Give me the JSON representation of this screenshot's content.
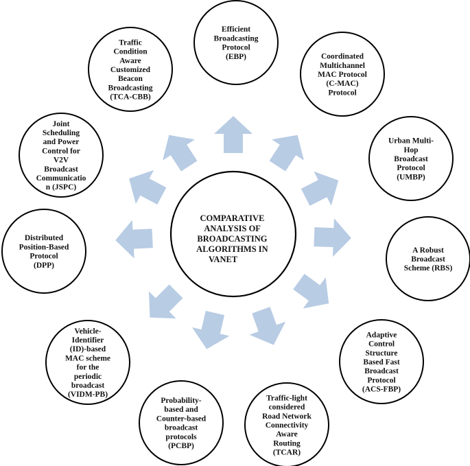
{
  "center": {
    "lines": [
      "COMPARATIVE",
      "ANALYSIS OF",
      "BROADCASTING",
      "ALGORITHMS IN",
      "VANET"
    ]
  },
  "nodes": [
    {
      "id": "ebp",
      "lines": [
        "Efficient",
        "Broadcasting",
        "Protocol",
        "(EBP)"
      ]
    },
    {
      "id": "cmac",
      "lines": [
        "Coordinated",
        "Multichannel",
        "MAC Protocol",
        "(C-MAC)",
        "Protocol"
      ]
    },
    {
      "id": "umbp",
      "lines": [
        "Urban Multi-",
        "Hop",
        "Broadcast",
        "Protocol",
        "(UMBP)"
      ]
    },
    {
      "id": "rbs",
      "lines": [
        "A Robust",
        "Broadcast",
        "Scheme (RBS)"
      ]
    },
    {
      "id": "acs-fbp",
      "lines": [
        "Adaptive",
        "Control",
        "Structure",
        "Based Fast",
        "Broadcast",
        "Protocol",
        "(ACS-FBP)"
      ]
    },
    {
      "id": "tcar",
      "lines": [
        "Traffic-light",
        "considered",
        "Road Network",
        "Connectivity",
        "Aware",
        "Routing",
        "(TCAR)"
      ]
    },
    {
      "id": "pcbp",
      "lines": [
        "Probability-",
        "based and",
        "Counter-based",
        "broadcast",
        "protocols",
        "(PCBP)"
      ]
    },
    {
      "id": "vidm-pb",
      "lines": [
        "Vehicle-",
        "Identifier",
        "(ID)-based",
        "MAC scheme",
        "for the",
        "periodic",
        "broadcast",
        "(VIDM-PB)"
      ]
    },
    {
      "id": "dpp",
      "lines": [
        "Distributed",
        "Position-Based",
        "Protocol",
        "(DPP)"
      ]
    },
    {
      "id": "jspc",
      "lines": [
        "Joint",
        "Scheduling",
        "and Power",
        "Control for",
        "V2V",
        "Broadcast",
        "Communicatio",
        "n (JSPC)"
      ]
    },
    {
      "id": "tca-cbb",
      "lines": [
        "Traffic",
        "Condition",
        "Aware",
        "Customized",
        "Beacon",
        "Broadcasting",
        "(TCA-CBB)"
      ]
    }
  ],
  "colors": {
    "arrow": "#b8cce4",
    "stroke": "#000000",
    "text": "#111111",
    "background": "#ffffff"
  }
}
